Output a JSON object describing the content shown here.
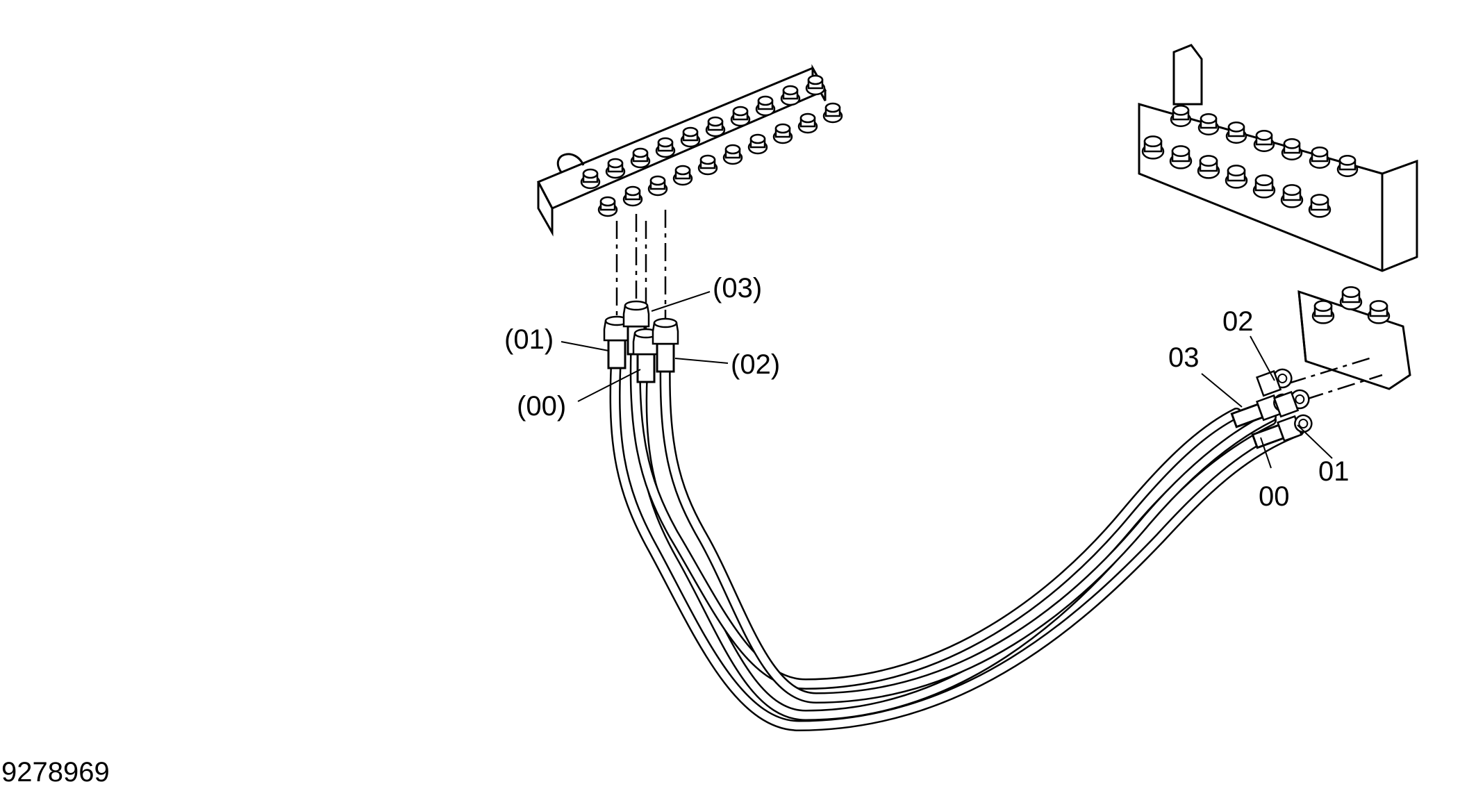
{
  "drawing": {
    "document_number": "9278969",
    "left_callouts": [
      "(01)",
      "(00)",
      "(03)",
      "(02)"
    ],
    "right_callouts": [
      "03",
      "02",
      "00",
      "01"
    ]
  },
  "colors": {
    "line": "#000000",
    "background": "#ffffff"
  }
}
